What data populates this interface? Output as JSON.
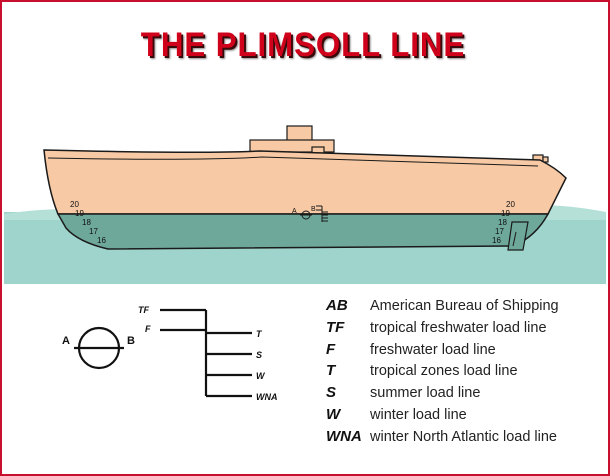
{
  "title": "THE PLIMSOLL LINE",
  "ship": {
    "bow_draft_marks": [
      "20",
      "19",
      "18",
      "17",
      "16"
    ],
    "stern_draft_marks": [
      "20",
      "19",
      "18",
      "17",
      "16"
    ],
    "mid_disc_label_a": "A",
    "mid_disc_label_b": "B"
  },
  "plimsoll_mark": {
    "disc_label_a": "A",
    "disc_label_b": "B",
    "labels": {
      "tf": "TF",
      "f": "F",
      "t": "T",
      "s": "S",
      "w": "W",
      "wna": "WNA"
    }
  },
  "legend": [
    {
      "abbr": "AB",
      "text": "American Bureau of Shipping"
    },
    {
      "abbr": "TF",
      "text": "tropical freshwater load line"
    },
    {
      "abbr": "F",
      "text": "freshwater load line"
    },
    {
      "abbr": "T",
      "text": "tropical zones load line"
    },
    {
      "abbr": "S",
      "text": "summer load line"
    },
    {
      "abbr": "W",
      "text": "winter load line"
    },
    {
      "abbr": "WNA",
      "text": "winter North Atlantic load line"
    }
  ],
  "colors": {
    "border": "#c8102e",
    "title": "#d0021b",
    "water": "#9fd4cc",
    "hull_above": "#f7c9a4",
    "hull_below": "#6ea89a",
    "outline": "#1a1a1a"
  }
}
